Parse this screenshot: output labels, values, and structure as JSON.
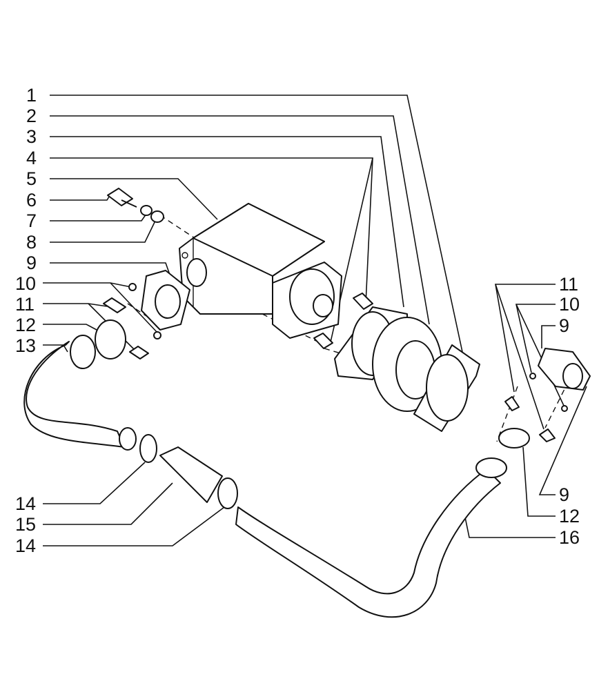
{
  "labels": [
    {
      "id": "1",
      "text": "1"
    },
    {
      "id": "2",
      "text": "2"
    },
    {
      "id": "3",
      "text": "3"
    },
    {
      "id": "4",
      "text": "4"
    },
    {
      "id": "5",
      "text": "5"
    },
    {
      "id": "6",
      "text": "6"
    },
    {
      "id": "7",
      "text": "7"
    },
    {
      "id": "8",
      "text": "8"
    },
    {
      "id": "9a",
      "text": "9"
    },
    {
      "id": "10a",
      "text": "10"
    },
    {
      "id": "11a",
      "text": "11"
    },
    {
      "id": "12a",
      "text": "12"
    },
    {
      "id": "13",
      "text": "13"
    },
    {
      "id": "14a",
      "text": "14"
    },
    {
      "id": "15",
      "text": "15"
    },
    {
      "id": "14b",
      "text": "14"
    },
    {
      "id": "11b",
      "text": "11"
    },
    {
      "id": "10b",
      "text": "10"
    },
    {
      "id": "9b",
      "text": "9"
    },
    {
      "id": "9c",
      "text": "9"
    },
    {
      "id": "12b",
      "text": "12"
    },
    {
      "id": "16",
      "text": "16"
    }
  ]
}
